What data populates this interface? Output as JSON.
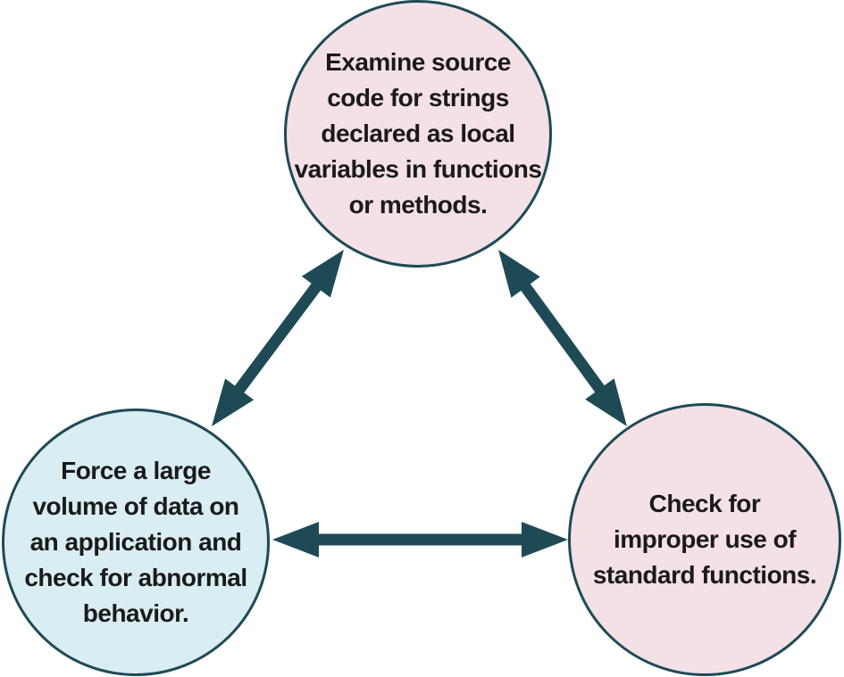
{
  "nodes": {
    "top": {
      "text": "Examine source\ncode for strings\ndeclared as local\nvariables in functions\nor methods.",
      "fill": "#f3e1e6"
    },
    "left": {
      "text": "Force a large\nvolume of data on\nan application and\ncheck for abnormal\nbehavior.",
      "fill": "#d9eef2"
    },
    "right": {
      "text": "Check for\nimproper use of\nstandard functions.",
      "fill": "#f3e1e6"
    }
  },
  "colors": {
    "arrow": "#1e4a56",
    "border": "#1e4a56",
    "text": "#1a1a1a"
  },
  "arrows": [
    {
      "from": "top",
      "to": "left",
      "style": "double-headed"
    },
    {
      "from": "top",
      "to": "right",
      "style": "double-headed"
    },
    {
      "from": "left",
      "to": "right",
      "style": "double-headed"
    }
  ]
}
